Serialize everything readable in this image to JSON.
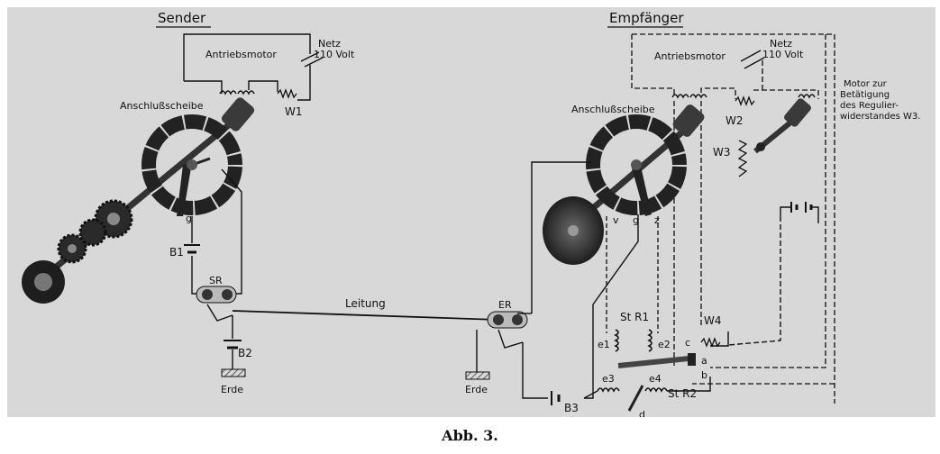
{
  "sender": {
    "title": "Sender",
    "motor": "Antriebsmotor",
    "netz_1": "Netz",
    "netz_2": "110 Volt",
    "resistor": "W1",
    "disk": "Anschlußscheibe",
    "contact_g": "g",
    "battery_b1": "B1",
    "relay": "SR",
    "battery_b2": "B2",
    "ground": "Erde"
  },
  "line_label": "Leitung",
  "receiver": {
    "title": "Empfänger",
    "motor": "Antriebsmotor",
    "netz_1": "Netz",
    "netz_2": "110 Volt",
    "disk": "Anschlußscheibe",
    "w2": "W2",
    "w3": "W3",
    "motor_note_1": "Motor zur",
    "motor_note_2": "Betätigung",
    "motor_note_3": "des Regulier-",
    "motor_note_4": "widerstandes W3.",
    "contact_v": "v",
    "contact_g": "g",
    "contact_z": "z",
    "relay": "ER",
    "ground": "Erde",
    "str1": "St R1",
    "e1": "e1",
    "e2": "e2",
    "w4": "W4",
    "c": "c",
    "a": "a",
    "b": "b",
    "e3": "e3",
    "e4": "e4",
    "str2": "St R2",
    "d": "d",
    "b3": "B3"
  },
  "caption": "Abb. 3."
}
